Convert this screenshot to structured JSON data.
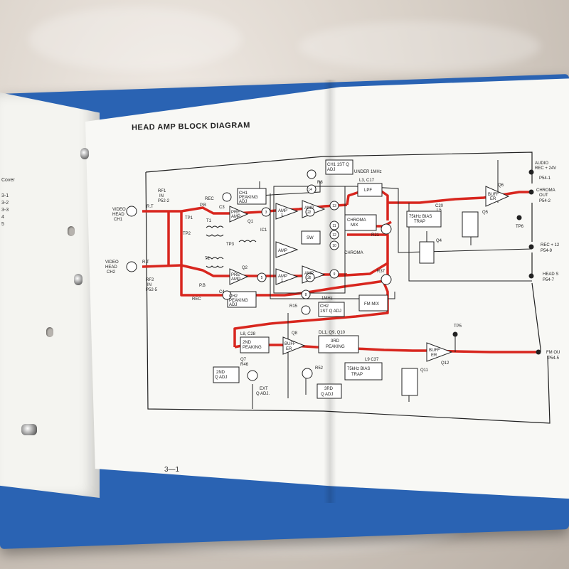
{
  "title": "HEAD AMP BLOCK DIAGRAM",
  "page_number": "3—1",
  "left_page_fragments": [
    "Cover",
    "3-1",
    "3-2",
    "3-3",
    "4",
    "5"
  ],
  "colors": {
    "signal_path": "#d8261e",
    "ink": "#222222",
    "binder": "#2a63b3"
  },
  "inputs": {
    "ch1": [
      "VIDEO",
      "HEAD",
      "CH1"
    ],
    "ch2": [
      "VIDEO",
      "HEAD",
      "CH2"
    ],
    "rf1": [
      "RF1",
      "IN",
      "P52-2"
    ],
    "rf2": [
      "RF2",
      "IN",
      "P52-5"
    ]
  },
  "blocks": {
    "ch1_peaking": [
      "CH1",
      "PEAKING",
      "ADJ"
    ],
    "ch2_peaking": [
      "CH2",
      "PEAKING",
      "ADJ"
    ],
    "ch1_1st_q": [
      "CH1 1ST Q",
      "ADJ"
    ],
    "ch2_1st_q": [
      "CH2",
      "1ST Q ADJ"
    ],
    "under_1mhz": "UNDER 1MHz",
    "mhz": "1MHz",
    "lpf_label": "L3, C17",
    "lpf": "LPF",
    "chroma_mix": [
      "CHROMA",
      "MIX"
    ],
    "chroma": "CHROMA",
    "sw": "SW",
    "ic1": "IC1",
    "amp1": [
      "AMP",
      "1"
    ],
    "amp2": [
      "AMP",
      "2"
    ],
    "amp": "AMP",
    "pre_amp": [
      "PRE",
      "AMP"
    ],
    "bias_trap_1": [
      "75kHz BIAS",
      "TRAP"
    ],
    "bias_trap_1_label": [
      "C20",
      "L5"
    ],
    "buffer": [
      "BUFF",
      "ER"
    ],
    "fm_mix": "FM MIX",
    "second_peaking": [
      "2ND",
      "PEAKING"
    ],
    "second_peaking_label": "L8, C28",
    "second_q_adj": [
      "2ND",
      "Q ADJ"
    ],
    "ext_q_adj": [
      "EXT",
      "Q ADJ."
    ],
    "third_peaking": [
      "3RD",
      "PEAKING"
    ],
    "third_peaking_label": "DL1, Q9, Q10",
    "third_q_adj": [
      "3RD",
      "Q ADJ"
    ],
    "bias_trap_2": [
      "75kHz BIAS",
      "TRAP"
    ],
    "bias_trap_2_label": "L9  C37"
  },
  "component_labels": [
    "TP1",
    "TP2",
    "TP3",
    "TP5",
    "TP6",
    "T1",
    "T2",
    "C3",
    "C4",
    "Q1",
    "Q2",
    "Q4",
    "Q5",
    "Q6",
    "Q7",
    "Q8",
    "Q11",
    "Q12",
    "R8",
    "R15",
    "R21",
    "R37",
    "R46",
    "R52",
    "P.B",
    "REC",
    "P.B",
    "REC",
    "R.T",
    "R.T"
  ],
  "pins": [
    "14",
    "3",
    "2",
    "13",
    "11",
    "12",
    "10",
    "5",
    "6",
    "9",
    "8"
  ],
  "outputs": {
    "audio": [
      "AUDIO",
      "REC + 24V",
      "P54-1"
    ],
    "chroma_out": [
      "CHROMA",
      "OUT",
      "P54-2"
    ],
    "rec12": [
      "REC + 12",
      "P54-9"
    ],
    "head_s": [
      "HEAD S",
      "P54-7"
    ],
    "fm_out": [
      "FM OU",
      "P54-5"
    ]
  }
}
